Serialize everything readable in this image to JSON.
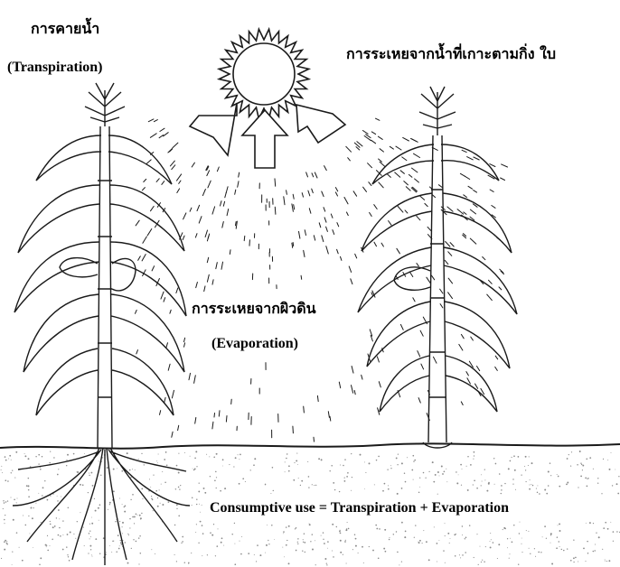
{
  "labels": {
    "transpiration_th": "การคายน้ำ",
    "transpiration_en": "(Transpiration)",
    "interception_th": "การระเหยจากน้ำที่เกาะตามกิ่ง ใบ",
    "evaporation_th": "การระเหยจากผิวดิน",
    "evaporation_en": "(Evaporation)",
    "formula": "Consumptive use = Transpiration + Evaporation"
  },
  "colors": {
    "ink": "#1a1a1a",
    "soil": "#8a8a8a",
    "paper": "#ffffff"
  },
  "icons": {
    "sun": "sun-icon",
    "left_plant": "corn-plant-with-roots",
    "right_plant": "corn-plant"
  }
}
